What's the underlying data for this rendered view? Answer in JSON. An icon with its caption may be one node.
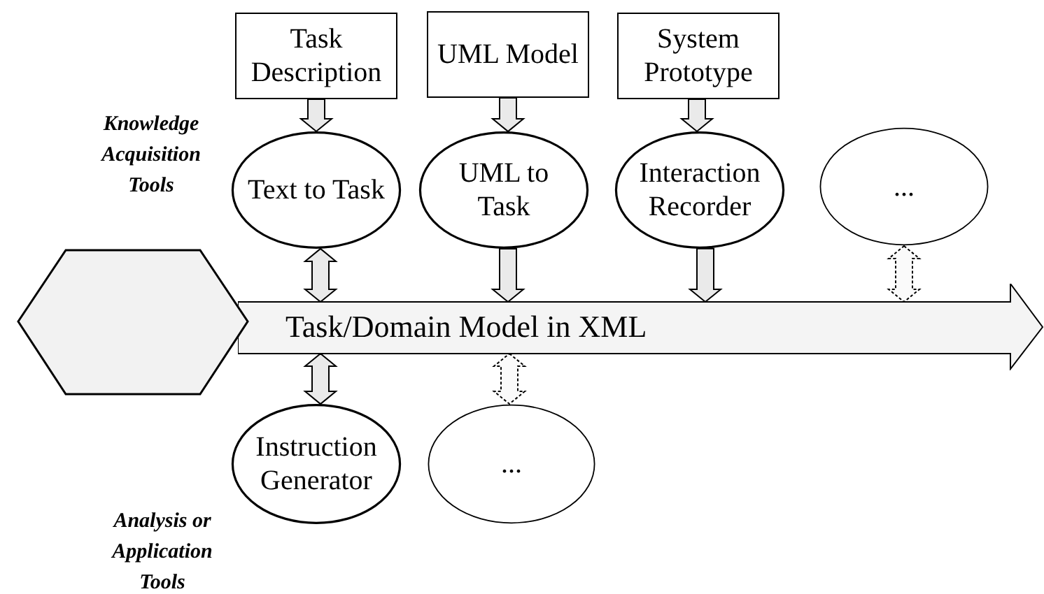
{
  "diagram": {
    "nodes": [
      {
        "text": [
          "Task Description"
        ]
      },
      {
        "text": [
          "UML Model"
        ]
      },
      {
        "text": [
          "System Prototype"
        ]
      },
      {
        "text": [
          "Text to Task"
        ]
      },
      {
        "text": [
          "UML to Task"
        ]
      },
      {
        "text": [
          "Interaction Recorder"
        ]
      },
      {
        "text": [
          "..."
        ]
      },
      {
        "text": [],
        "shape": "hexagon"
      },
      {
        "text": [
          "Task/Domain Model in XML"
        ]
      },
      {
        "text": [
          "Instruction Generator"
        ]
      },
      {
        "text": [
          "..."
        ]
      }
    ],
    "edges": [
      {
        "from": 0,
        "to": 3,
        "arrow": "to"
      },
      {
        "from": 1,
        "to": 4,
        "arrow": "to"
      },
      {
        "from": 2,
        "to": 5,
        "arrow": "to"
      },
      {
        "from": 3,
        "to": 8,
        "arrow": "both"
      },
      {
        "from": 4,
        "to": 8,
        "arrow": "to"
      },
      {
        "from": 5,
        "to": 8,
        "arrow": "to"
      },
      {
        "from": 6,
        "to": 8,
        "arrow": "both",
        "style": "dashed"
      },
      {
        "from": 8,
        "to": 9,
        "arrow": "both"
      },
      {
        "from": 8,
        "to": 10,
        "arrow": "both",
        "style": "dashed"
      }
    ],
    "labels": [
      "Knowledge Acquisition Tools",
      "Analysis or Application Tools"
    ]
  }
}
